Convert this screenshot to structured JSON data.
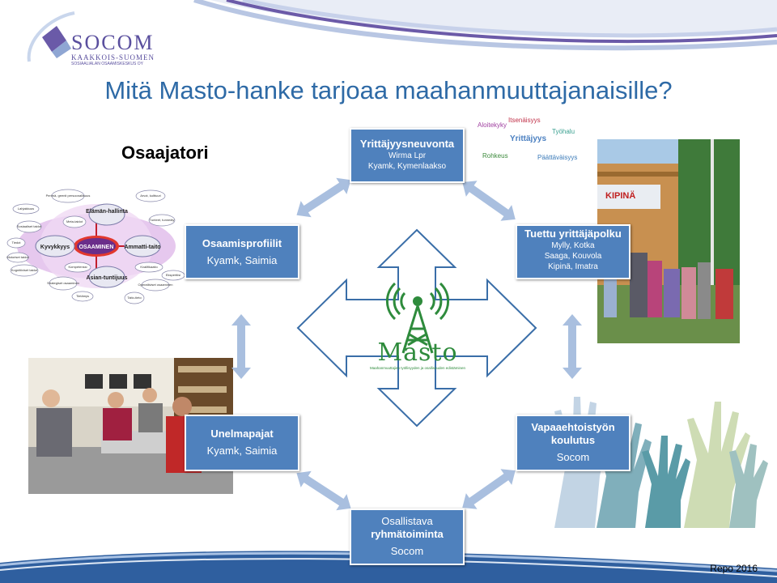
{
  "logo": {
    "name": "SOCOM",
    "line1": "KAAKKOIS-SUOMEN",
    "line2": "SOSIAALIALAN OSAAMISKESKUS OY"
  },
  "title": "Mitä Masto-hanke tarjoaa maahanmuuttajanaisille?",
  "osaajatori": "Osaajatori",
  "boxes": {
    "yrittajyys": {
      "title": "Yrittäjyysneuvonta",
      "line1": "Wirma Lpr",
      "line2": "Kyamk, Kymenlaakso"
    },
    "tuettu": {
      "title": "Tuettu yrittäjäpolku",
      "line1": "Mylly, Kotka",
      "line2": "Saaga, Kouvola",
      "line3": "Kipinä, Imatra"
    },
    "osaamis": {
      "title": "Osaamisprofiilit",
      "line1": "Kyamk, Saimia"
    },
    "unelma": {
      "title": "Unelmapajat",
      "line1": "Kyamk, Saimia"
    },
    "vapaa": {
      "title1": "Vapaaehtoistyön",
      "title2": "koulutus",
      "line1": "Socom"
    },
    "osallistava": {
      "title1": "Osallistava",
      "title2": "ryhmätoiminta",
      "line1": "Socom"
    }
  },
  "masto": {
    "name": "Masto",
    "tagline": "Maahanmuuttajien työllisyyden ja osallisuuden edistäminen"
  },
  "wordcloud": {
    "center": "Yrittäjyys",
    "words": [
      "Itsenäisyys",
      "Aloitekyky",
      "Työhalu",
      "Rohkeus",
      "Päättäväisyys"
    ]
  },
  "mindmap": {
    "center": "OSAAMINEN",
    "nodes": [
      "Elämän-hallinta",
      "Ammatti-taito",
      "Asian-tuntijuus",
      "Kyvykkyys"
    ],
    "small": [
      "Perimä, geenit persoonallisuus",
      "Arvot, kulttuuri",
      "Lahjakkuus",
      "Meta-taidot",
      "Tunteet, tunneäly",
      "Sosiaaliset taidot",
      "Tiedot",
      "Motoriset taidot",
      "Kognitiiviset taidot",
      "Kompetenssi",
      "Strategiset osaaminen",
      "Kvalifikaatio",
      "Ekspertiisi",
      "Tietämys",
      "Taito-tieto",
      "Operatiiviset osaaminen"
    ]
  },
  "kipina_sign": "KIPINÄ",
  "footer": "Repo  2016",
  "colors": {
    "box": "#4f81bd",
    "title": "#2e6aa6",
    "arrow": "#a9bfdf",
    "masto_green": "#2e8b3c"
  }
}
